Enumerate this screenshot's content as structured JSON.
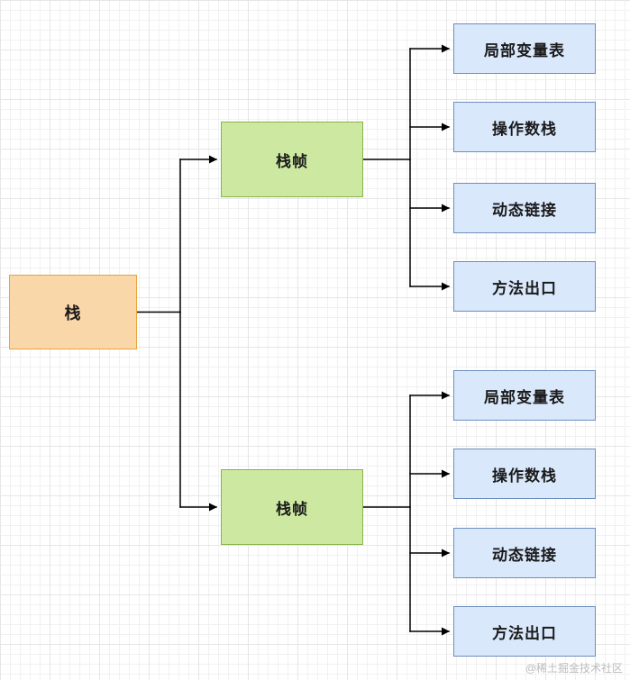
{
  "diagram": {
    "root": {
      "label": "栈"
    },
    "frames": [
      {
        "label": "栈帧"
      },
      {
        "label": "栈帧"
      }
    ],
    "leaves": [
      {
        "label": "局部变量表"
      },
      {
        "label": "操作数栈"
      },
      {
        "label": "动态链接"
      },
      {
        "label": "方法出口"
      }
    ],
    "colors": {
      "root_fill": "#FAD7A8",
      "root_border": "#E8A33D",
      "frame_fill": "#CDE9A1",
      "frame_border": "#89B34A",
      "leaf_fill": "#DAE8FC",
      "leaf_border": "#6C8EBF",
      "connector": "#000000"
    }
  },
  "watermark": "@稀土掘金技术社区"
}
